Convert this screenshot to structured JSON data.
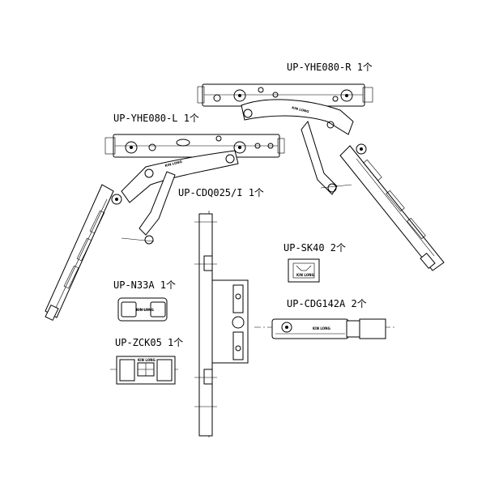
{
  "parts": {
    "yhe080r": {
      "label": "UP-YHE080-R 1个",
      "mark": "KIN LONG"
    },
    "yhe080l": {
      "label": "UP-YHE080-L 1个",
      "mark": "KIN LONG"
    },
    "cdq025": {
      "label": "UP-CDQ025/I 1个"
    },
    "sk40": {
      "label": "UP-SK40 2个",
      "mark": "KIN LONG"
    },
    "n33a": {
      "label": "UP-N33A 1个",
      "mark": "KIN LONG"
    },
    "cdg142a": {
      "label": "UP-CDG142A 2个",
      "mark": "KIN LONG"
    },
    "zck05": {
      "label": "UP-ZCK05 1个",
      "mark": "KIN LONG"
    }
  }
}
